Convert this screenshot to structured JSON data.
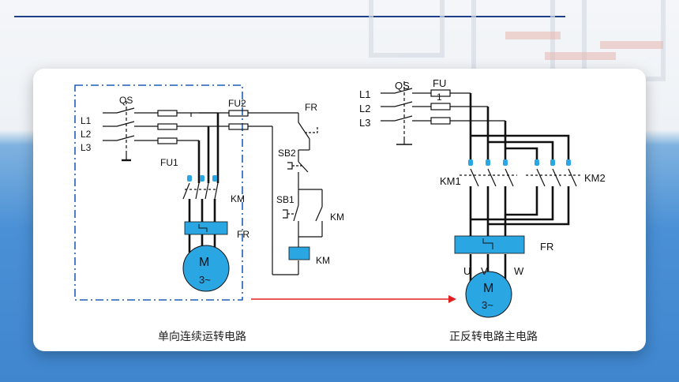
{
  "left": {
    "labels": {
      "qs": "QS",
      "l1": "L1",
      "l2": "L2",
      "l3": "L3",
      "fu1": "FU1",
      "fu2": "FU2",
      "fr_contact": "FR",
      "sb2": "SB2",
      "sb1": "SB1",
      "km_main": "KM",
      "km_aux": "KM",
      "km_coil": "KM",
      "fr_relay": "FR",
      "motor_m": "M",
      "motor_phase": "3~"
    },
    "caption": "单向连续运转电路"
  },
  "right": {
    "labels": {
      "qs": "QS",
      "fu": "FU",
      "fu_num": "1",
      "l1": "L1",
      "l2": "L2",
      "l3": "L3",
      "km1": "KM1",
      "km2": "KM2",
      "fr": "FR",
      "u": "U",
      "v": "V",
      "w": "W",
      "motor_m": "M",
      "motor_phase": "3~"
    },
    "caption": "正反转电路主电路"
  },
  "colors": {
    "accent_blue": "#2aa7e3",
    "arrow_red": "#e02020",
    "dash_border": "#1f5fb8",
    "title_rule": "#1f3f8a"
  }
}
